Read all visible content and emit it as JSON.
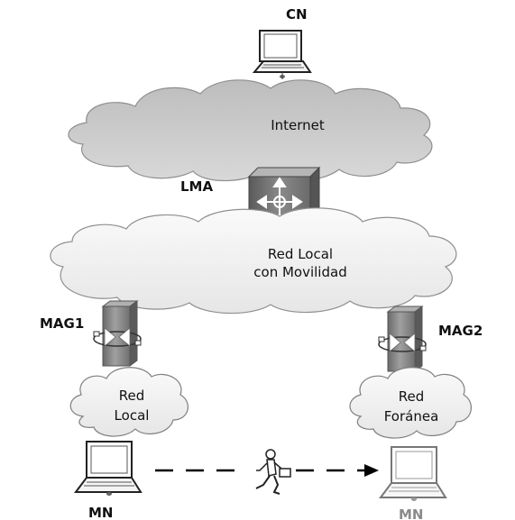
{
  "nodes": {
    "cn": "CN",
    "lma": "LMA",
    "mag1": "MAG1",
    "mag2": "MAG2",
    "mn_left": "MN",
    "mn_right": "MN"
  },
  "clouds": {
    "internet": "Internet",
    "red_local_movilidad": [
      "Red Local",
      "con Movilidad"
    ],
    "red_local": [
      "Red",
      "Local"
    ],
    "red_foranea": [
      "Red",
      "Foránea"
    ]
  },
  "colors": {
    "cloud_dark": "#c9c9c9",
    "cloud_light": "#f2f2f2",
    "router_dark": "#6e6e6e",
    "router_mid": "#a8a8a8",
    "mn_faded": "#8a8a8a"
  }
}
